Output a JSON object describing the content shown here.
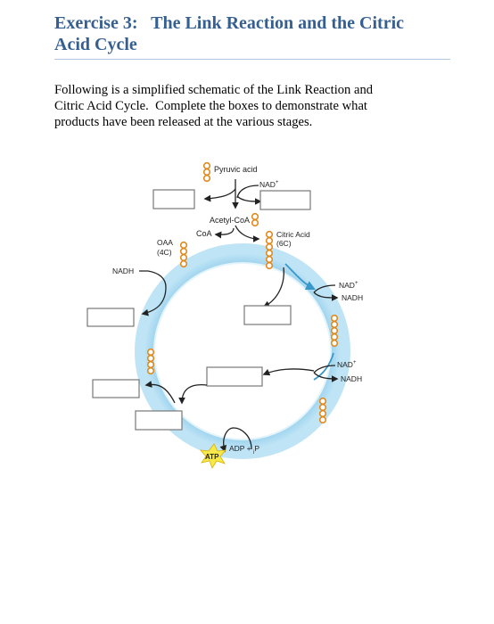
{
  "heading": {
    "line1": "Exercise 3:   The Link Reaction and the Citric",
    "line2": "Acid Cycle"
  },
  "intro": {
    "line1": "Following is a simplified schematic of the Link Reaction and",
    "line2": "Citric Acid Cycle.  Complete the boxes to demonstrate what",
    "line3": "products have been released at the various stages."
  },
  "diagram": {
    "pyruvic_acid": "Pyruvic acid",
    "nad_top": "NAD",
    "acetyl_coa": "Acetyl-CoA",
    "coa": "CoA",
    "citric_acid": "Citric Acid",
    "citric_carbons": "(6C)",
    "oaa": "OAA",
    "oaa_carbons": "(4C)",
    "nadh_left": "NADH",
    "nad_right_1": "NAD",
    "nadh_right_1": "NADH",
    "nad_right_2": "NAD",
    "nadh_right_2": "NADH",
    "atp": "ATP",
    "adp_p": "ADP + ",
    "pi_sub": "i",
    "pi_p": "P",
    "plus": "+",
    "colors": {
      "ring": "#9fd4ee",
      "carbon": "#e08a1e",
      "arrow_blue": "#3a98c9",
      "heading": "#365f91",
      "atp_star": "#f7e94a"
    }
  }
}
